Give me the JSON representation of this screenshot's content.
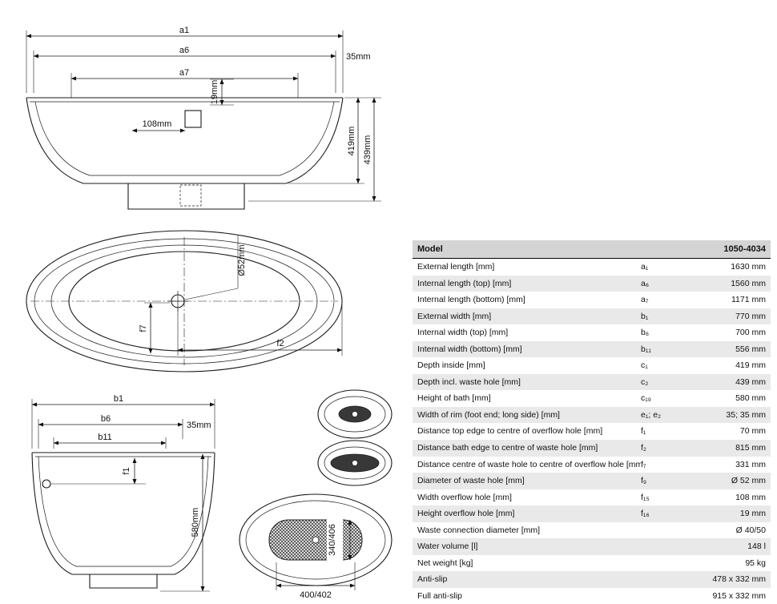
{
  "drawing": {
    "side": {
      "a1": "a1",
      "a6": "a6",
      "a7": "a7",
      "rim": "35mm",
      "h19": "19mm",
      "w108": "108mm",
      "d419": "419mm",
      "d439": "439mm"
    },
    "plan": {
      "waste": "Ø52mm",
      "f7": "f7",
      "f2": "f2"
    },
    "end": {
      "b1": "b1",
      "b6": "b6",
      "b11": "b11",
      "rim": "35mm",
      "f1": "f1",
      "h580": "580mm"
    },
    "antislip": {
      "v": "340/406",
      "h": "400/402"
    }
  },
  "table": {
    "header": {
      "model_label": "Model",
      "model_value": "1050-4034"
    },
    "rows": [
      {
        "label": "External length [mm]",
        "symbol": "a₁",
        "value": "1630 mm"
      },
      {
        "label": "Internal length (top) [mm]",
        "symbol": "a₆",
        "value": "1560 mm"
      },
      {
        "label": "Internal length (bottom) [mm]",
        "symbol": "a₇",
        "value": "1171 mm"
      },
      {
        "label": "External width [mm]",
        "symbol": "b₁",
        "value": "770 mm"
      },
      {
        "label": "Internal width (top) [mm]",
        "symbol": "b₆",
        "value": "700 mm"
      },
      {
        "label": "Internal width (bottom) [mm]",
        "symbol": "b₁₁",
        "value": "556 mm"
      },
      {
        "label": "Depth inside [mm]",
        "symbol": "c₁",
        "value": "419 mm"
      },
      {
        "label": "Depth incl. waste hole [mm]",
        "symbol": "c₂",
        "value": "439 mm"
      },
      {
        "label": "Height of bath [mm]",
        "symbol": "c₁₉",
        "value": "580 mm"
      },
      {
        "label": "Width of rim (foot end; long side) [mm]",
        "symbol": "e₁; e₂",
        "value": "35; 35 mm"
      },
      {
        "label": "Distance top edge to centre of overflow hole [mm]",
        "symbol": "f₁",
        "value": "70 mm"
      },
      {
        "label": "Distance bath edge to centre of waste hole [mm]",
        "symbol": "f₂",
        "value": "815 mm"
      },
      {
        "label": "Distance centre of waste hole to centre of overflow hole [mm]",
        "symbol": "f₇",
        "value": "331 mm"
      },
      {
        "label": "Diameter of waste hole [mm]",
        "symbol": "f₉",
        "value": "Ø 52 mm"
      },
      {
        "label": "Width overflow hole [mm]",
        "symbol": "f₁₅",
        "value": "108 mm"
      },
      {
        "label": "Height overflow hole [mm]",
        "symbol": "f₁₆",
        "value": "19 mm"
      },
      {
        "label": "Waste connection diameter [mm]",
        "symbol": "",
        "value": "Ø 40/50"
      },
      {
        "label": "Water volume [l]",
        "symbol": "",
        "value": "148 l"
      },
      {
        "label": "Net weight [kg]",
        "symbol": "",
        "value": "95 kg"
      },
      {
        "label": "Anti-slip",
        "symbol": "",
        "value": "478 x 332 mm"
      },
      {
        "label": "Full anti-slip",
        "symbol": "",
        "value": "915 x 332 mm"
      }
    ]
  }
}
